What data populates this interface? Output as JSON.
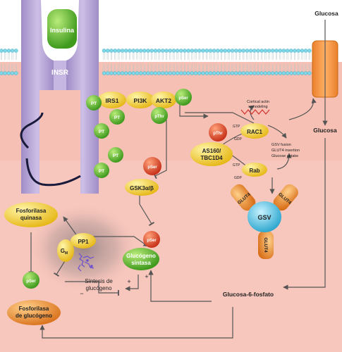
{
  "labels": {
    "insulina": "Insulina",
    "insr": "INSR",
    "glucosa_out": "Glucosa",
    "glucosa_in": "Glucosa",
    "irs1": "IRS1",
    "pi3k": "PI3K",
    "akt2": "AKT2",
    "pt": "PT",
    "pser_akt": "pSer",
    "pthr_akt": "pThr",
    "pthr_as160": "pThr",
    "as160_line1": "AS160/",
    "as160_line2": "TBC1D4",
    "rac1": "RAC1",
    "rab": "Rab",
    "gtp1": "GTP",
    "gdp1": "GDP",
    "gtp2": "GTP",
    "gdp2": "GDP",
    "cortical_line1": "Cortical actin",
    "cortical_line2": "remodeling",
    "gsv_fusion": "GSV fusion",
    "glut4_insertion": "GLUT4 insertion",
    "glucose_uptake": "Glucose uptake",
    "gsv": "GSV",
    "glut4": "GLUT4",
    "pser_gsk": "pSer",
    "gsk3": "GSK3α/β",
    "fosforilasa_quinasa_line1": "Fosforilasa",
    "fosforilasa_quinasa_line2": "quinasa",
    "pp1": "PP1",
    "gm": "G",
    "gm_sub": "M",
    "pser_fg": "pSer",
    "fosforilasa_glucogeno_line1": "Fosforilasa",
    "fosforilasa_glucogeno_line2": "de glucógeno",
    "sintesis_line1": "Síntesis de",
    "sintesis_line2": "glucógeno",
    "pser_gs": "pSer",
    "glucogeno_sintasa_line1": "Glucógeno",
    "glucogeno_sintasa_line2": "sintasa",
    "glucosa6fosfato": "Glucosa-6-fosfato",
    "plus1": "+",
    "minus1": "−",
    "plus2": "+"
  },
  "colors": {
    "cytoplasm": "#f7c6bc",
    "extracellular": "#ffffff",
    "membrane_head": "#7fd6e6",
    "receptor": "#b8a6d8",
    "green_node": "#6fbf3a",
    "yellow_node": "#f5d33a",
    "red_node": "#e0542a",
    "orange_node": "#ef8e2c",
    "gsv_blue": "#5ec4e0",
    "arrow": "#555555",
    "dark_line": "#222233"
  },
  "icons": {
    "glycogen": "glycogen-branch-icon",
    "inhibition": "inhibition-bar-icon"
  }
}
